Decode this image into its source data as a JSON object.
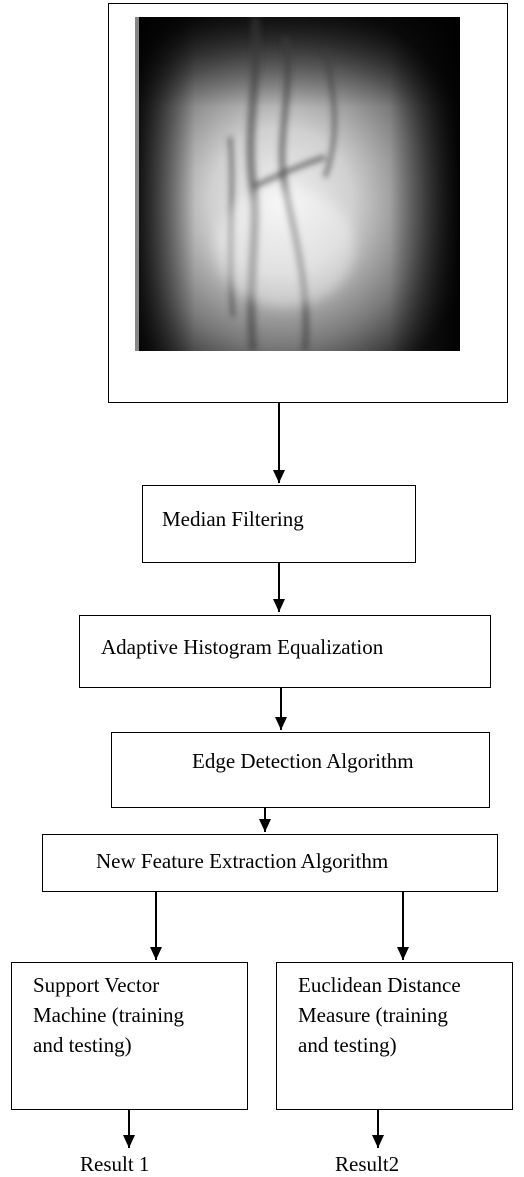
{
  "diagram": {
    "input_image": {
      "description_icon": "finger-vein-image"
    },
    "steps": [
      {
        "id": "median",
        "label": "Median Filtering"
      },
      {
        "id": "ahe",
        "label": "Adaptive Histogram Equalization"
      },
      {
        "id": "edge",
        "label": "Edge Detection Algorithm"
      },
      {
        "id": "feature",
        "label": "New Feature Extraction Algorithm"
      }
    ],
    "branches": [
      {
        "id": "svm",
        "label": "Support Vector\nMachine (training\nand testing)",
        "result": "Result 1"
      },
      {
        "id": "euclid",
        "label": "Euclidean Distance\nMeasure (training\nand testing)",
        "result": "Result2"
      }
    ]
  }
}
